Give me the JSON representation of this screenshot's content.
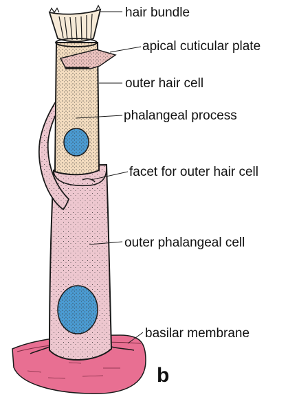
{
  "labels": {
    "hair_bundle": "hair bundle",
    "apical_cuticular_plate": "apical cuticular plate",
    "outer_hair_cell": "outer hair cell",
    "phalangeal_process": "phalangeal process",
    "facet": "facet for outer hair cell",
    "outer_phalangeal_cell": "outer phalangeal cell",
    "basilar_membrane": "basilar membrane"
  },
  "panel_letter": "b",
  "colors": {
    "basilar_membrane": "#e86f92",
    "phalangeal_cell": "#edc7cf",
    "hair_cell": "#f3dcbf",
    "nucleus": "#4b9bd2",
    "outline": "#1a1a1a"
  }
}
